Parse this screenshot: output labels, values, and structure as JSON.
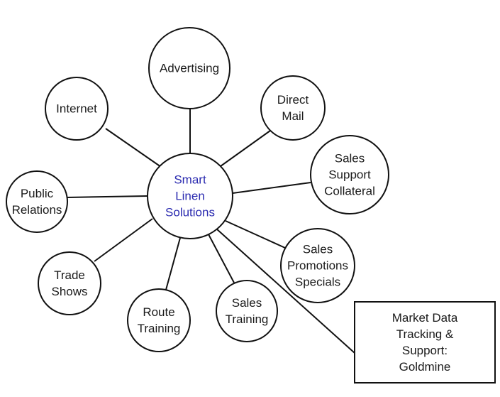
{
  "diagram": {
    "center": {
      "lines": [
        "Smart",
        "Linen",
        "Solutions"
      ],
      "text_color": "#2b2bb0"
    },
    "nodes": [
      {
        "id": "advertising",
        "lines": [
          "Advertising"
        ]
      },
      {
        "id": "direct-mail",
        "lines": [
          "Direct",
          "Mail"
        ]
      },
      {
        "id": "internet",
        "lines": [
          "Internet"
        ]
      },
      {
        "id": "sales-support-collateral",
        "lines": [
          "Sales",
          "Support",
          "Collateral"
        ]
      },
      {
        "id": "public-relations",
        "lines": [
          "Public",
          "Relations"
        ]
      },
      {
        "id": "sales-promotions-specials",
        "lines": [
          "Sales",
          "Promotions",
          "Specials"
        ]
      },
      {
        "id": "trade-shows",
        "lines": [
          "Trade",
          "Shows"
        ]
      },
      {
        "id": "route-training",
        "lines": [
          "Route",
          "Training"
        ]
      },
      {
        "id": "sales-training",
        "lines": [
          "Sales",
          "Training"
        ]
      },
      {
        "id": "market-data",
        "lines": [
          "Market Data",
          "Tracking &",
          "Support:",
          "Goldmine"
        ]
      }
    ],
    "edges": [
      "advertising",
      "direct-mail",
      "internet",
      "sales-support-collateral",
      "public-relations",
      "sales-promotions-specials",
      "trade-shows",
      "route-training",
      "sales-training",
      "market-data"
    ]
  }
}
